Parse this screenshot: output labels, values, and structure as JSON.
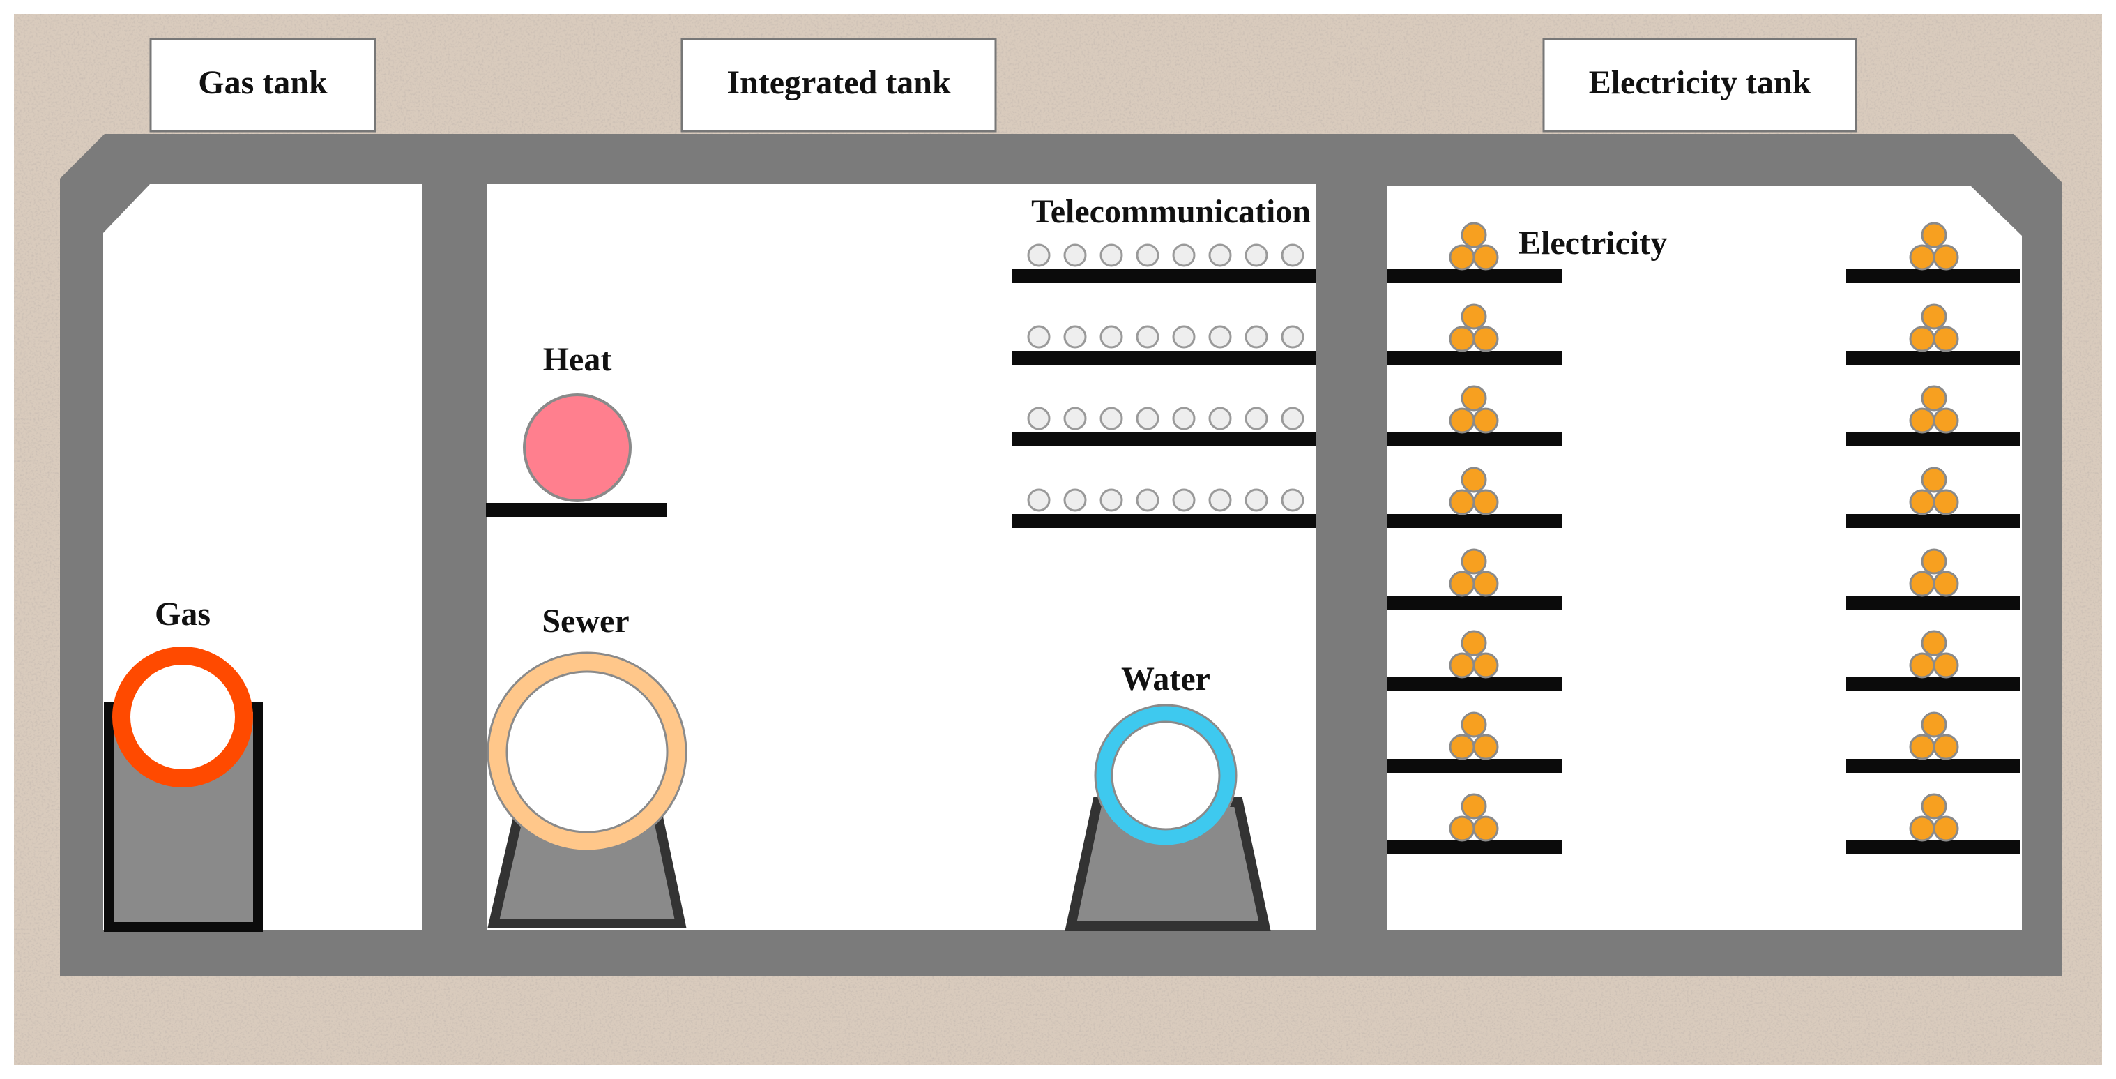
{
  "tanks": {
    "gas": {
      "title": "Gas tank"
    },
    "integrated": {
      "title": "Integrated tank"
    },
    "electricity": {
      "title": "Electricity tank"
    }
  },
  "pipes": {
    "gas": {
      "label": "Gas",
      "color": "#ff4a00"
    },
    "heat": {
      "label": "Heat",
      "color": "#ff7f8e"
    },
    "sewer": {
      "label": "Sewer",
      "color": "#ffc78a"
    },
    "water": {
      "label": "Water",
      "color": "#3ec9ef"
    },
    "telecom": {
      "label": "Telecommunication",
      "color": "#eeeeee",
      "trays": 4,
      "cables_per_tray": 8
    },
    "electricity": {
      "label": "Electricity",
      "color": "#f7a020",
      "trays_per_side": 8
    }
  },
  "colors": {
    "soil": "#d9cbbd",
    "concrete": "#7b7b7b",
    "interior": "#ffffff",
    "tray": "#0b0b0b",
    "support": "#8a8a8a"
  }
}
